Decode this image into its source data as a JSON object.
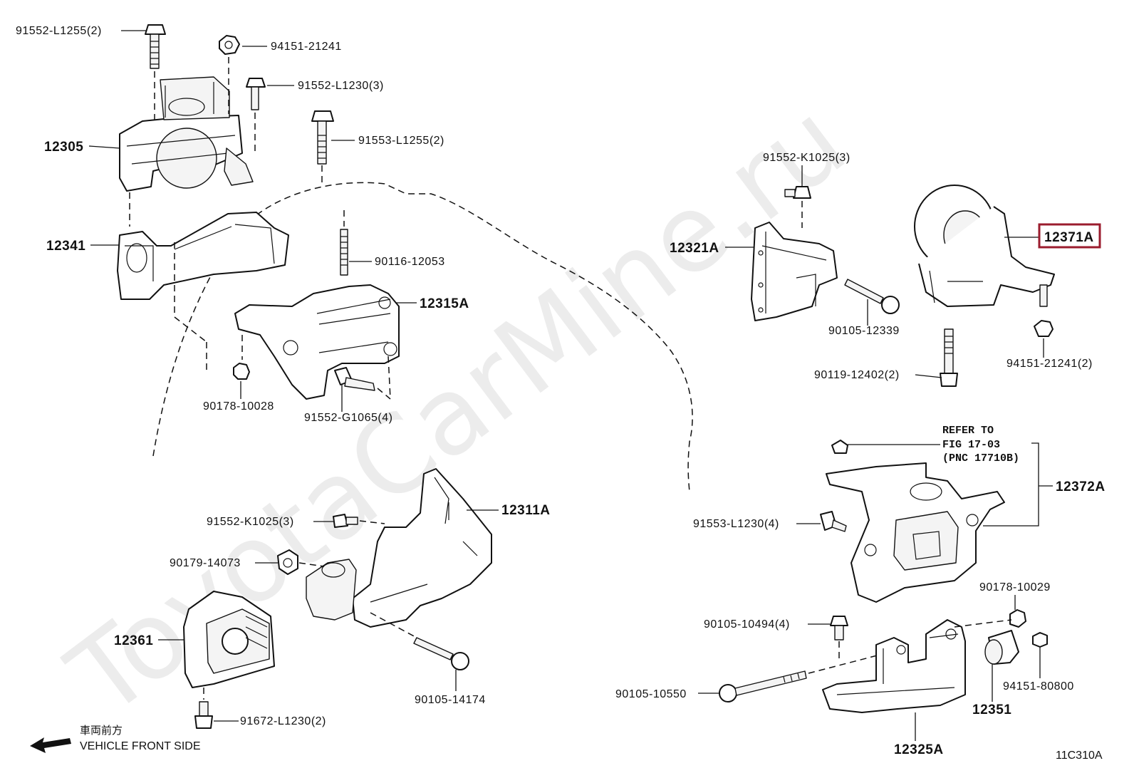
{
  "watermark": "ToyotaCarMine.ru",
  "diagram_code": "11C310A",
  "legend": {
    "japanese": "車両前方",
    "english": "VEHICLE FRONT SIDE"
  },
  "note": {
    "line1": "REFER TO",
    "line2": "FIG 17-03",
    "line3": "(PNC 17710B)"
  },
  "highlight_label": "12371A",
  "labels": {
    "p91552_l1255": "91552-L1255(2)",
    "p94151_21241": "94151-21241",
    "p91552_l1230": "91552-L1230(3)",
    "p12305": "12305",
    "p91553_l1255": "91553-L1255(2)",
    "p12341": "12341",
    "p90116_12053": "90116-12053",
    "p12315a": "12315A",
    "p90178_10028": "90178-10028",
    "p91552_g1065": "91552-G1065(4)",
    "p91552_k1025_r": "91552-K1025(3)",
    "p12321a": "12321A",
    "p90105_12339": "90105-12339",
    "p90119_12402": "90119-12402(2)",
    "p94151_21241_2": "94151-21241(2)",
    "p12372a": "12372A",
    "p91553_l1230": "91553-L1230(4)",
    "p91552_k1025_l": "91552-K1025(3)",
    "p12311a": "12311A",
    "p90179_14073": "90179-14073",
    "p12361": "12361",
    "p90105_14174": "90105-14174",
    "p91672_l1230": "91672-L1230(2)",
    "p90178_10029": "90178-10029",
    "p90105_10494": "90105-10494(4)",
    "p90105_10550": "90105-10550",
    "p94151_80800": "94151-80800",
    "p12351": "12351",
    "p12325a": "12325A"
  }
}
